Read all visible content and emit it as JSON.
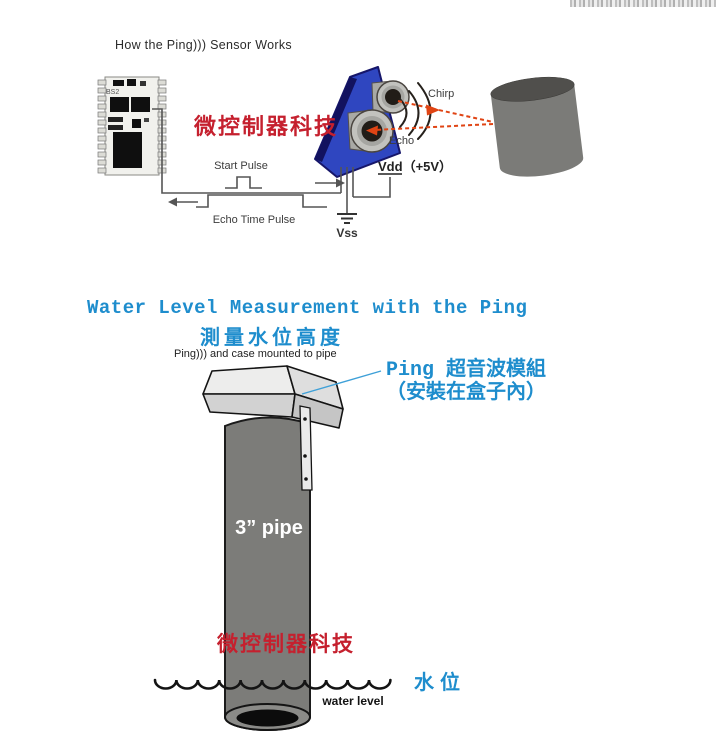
{
  "colors": {
    "accent_blue": "#1e8dcd",
    "watermark_red": "#c5202e",
    "arrow_red": "#e04414",
    "pcb_blue": "#2f46c0",
    "pipe_gray": "#7c7c79",
    "cylinder_gray": "#7b7b78"
  },
  "sensor_section": {
    "title": "How the Ping))) Sensor Works",
    "watermark": "微控制器科技",
    "chip_label": "BS2",
    "chirp_label": "Chirp",
    "echo_label": "Echo",
    "start_pulse_label": "Start Pulse",
    "echo_time_pulse_label": "Echo Time Pulse",
    "vdd_label": "Vdd",
    "vdd_suffix": "（+5V）",
    "vss_label": "Vss"
  },
  "water_section": {
    "title": "Water Level Measurement with the Ping",
    "subtitle_zh": "測量水位高度",
    "caption": "Ping))) and case mounted to pipe",
    "module_label_line1": "Ping 超音波模組",
    "module_label_line2": "（安裝在盒子內）",
    "pipe_label": "3” pipe",
    "watermark": "微控制器科技",
    "water_level_label": "water level",
    "water_level_zh": "水位"
  }
}
